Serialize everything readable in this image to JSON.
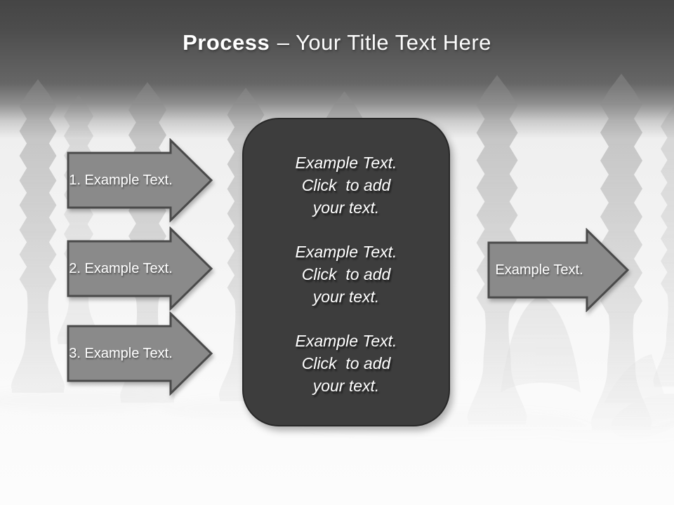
{
  "slide_title": {
    "bold_part": "Process",
    "regular_part": "– Your Title Text Here"
  },
  "left_arrows": [
    {
      "label": "1. Example Text."
    },
    {
      "label": "2. Example Text."
    },
    {
      "label": "3. Example Text."
    }
  ],
  "right_arrow": {
    "label": "Example Text."
  },
  "center_box": {
    "blocks": [
      {
        "lines": [
          "Example Text.",
          "Click  to add",
          "your text."
        ]
      },
      {
        "lines": [
          "Example Text.",
          "Click  to add",
          "your text."
        ]
      },
      {
        "lines": [
          "Example Text.",
          "Click  to add",
          "your text."
        ]
      }
    ]
  },
  "colors": {
    "header_top": "#454545",
    "header_bottom": "#666666",
    "content_background": "#f5f5f5",
    "arrow_fill": "#8a8a8a",
    "arrow_border": "#4a4a4a",
    "box_fill": "#3d3d3d",
    "box_border": "#282828",
    "text": "#ffffff",
    "watermark_gray": "#8e8e8e"
  }
}
